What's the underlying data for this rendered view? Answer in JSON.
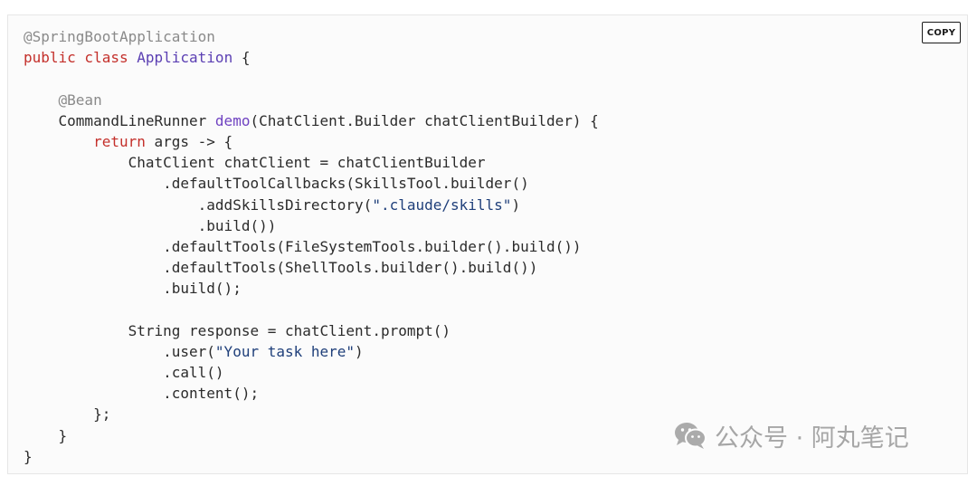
{
  "copy_button": {
    "label": "COPY"
  },
  "watermark": {
    "text": "公众号 · 阿丸笔记",
    "icon": "wechat-icon"
  },
  "colors": {
    "annotation": "#8a8a8a",
    "keyword": "#c4302b",
    "class_name": "#5b3fb3",
    "method": "#6f42c1",
    "string": "#1f3f7a",
    "text": "#2b2b2b"
  },
  "code": {
    "lines": [
      [
        {
          "t": "@SpringBootApplication",
          "c": "annotation"
        }
      ],
      [
        {
          "t": "public class",
          "c": "keyword"
        },
        {
          "t": " "
        },
        {
          "t": "Application",
          "c": "classname"
        },
        {
          "t": " {"
        }
      ],
      [],
      [
        {
          "t": "    "
        },
        {
          "t": "@Bean",
          "c": "annotation"
        }
      ],
      [
        {
          "t": "    CommandLineRunner "
        },
        {
          "t": "demo",
          "c": "method"
        },
        {
          "t": "(ChatClient.Builder chatClientBuilder) {"
        }
      ],
      [
        {
          "t": "        "
        },
        {
          "t": "return",
          "c": "keyword"
        },
        {
          "t": " args -> {"
        }
      ],
      [
        {
          "t": "            ChatClient chatClient = chatClientBuilder"
        }
      ],
      [
        {
          "t": "                .defaultToolCallbacks(SkillsTool.builder()"
        }
      ],
      [
        {
          "t": "                    .addSkillsDirectory("
        },
        {
          "t": "\".claude/skills\"",
          "c": "string"
        },
        {
          "t": ")"
        }
      ],
      [
        {
          "t": "                    .build())"
        }
      ],
      [
        {
          "t": "                .defaultTools(FileSystemTools.builder().build())"
        }
      ],
      [
        {
          "t": "                .defaultTools(ShellTools.builder().build())"
        }
      ],
      [
        {
          "t": "                .build();"
        }
      ],
      [],
      [
        {
          "t": "            String response = chatClient.prompt()"
        }
      ],
      [
        {
          "t": "                .user("
        },
        {
          "t": "\"Your task here\"",
          "c": "string"
        },
        {
          "t": ")"
        }
      ],
      [
        {
          "t": "                .call()"
        }
      ],
      [
        {
          "t": "                .content();"
        }
      ],
      [
        {
          "t": "        };"
        }
      ],
      [
        {
          "t": "    }"
        }
      ],
      [
        {
          "t": "}"
        }
      ]
    ]
  }
}
